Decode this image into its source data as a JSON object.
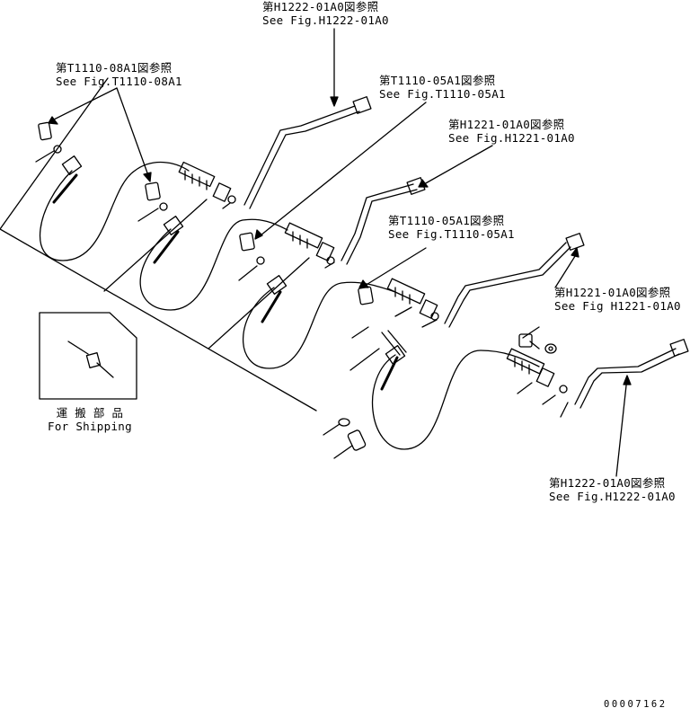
{
  "callouts": [
    {
      "jp": "第H1222-01A0図参照",
      "en": "See Fig.H1222-01A0"
    },
    {
      "jp": "第T1110-08A1図参照",
      "en": "See Fig.T1110-08A1"
    },
    {
      "jp": "第T1110-05A1図参照",
      "en": "See Fig.T1110-05A1"
    },
    {
      "jp": "第H1221-01A0図参照",
      "en": "See Fig.H1221-01A0"
    },
    {
      "jp": "第T1110-05A1図参照",
      "en": "See Fig.T1110-05A1"
    },
    {
      "jp": "第H1221-01A0図参照",
      "en": "See Fig H1221-01A0"
    },
    {
      "jp": "第H1222-01A0図参照",
      "en": "See Fig.H1222-01A0"
    }
  ],
  "shipping": {
    "jp": "運 搬 部 品",
    "en": "For Shipping"
  },
  "drawing_number": "00007162",
  "colors": {
    "ink": "#000000",
    "paper": "#ffffff"
  }
}
